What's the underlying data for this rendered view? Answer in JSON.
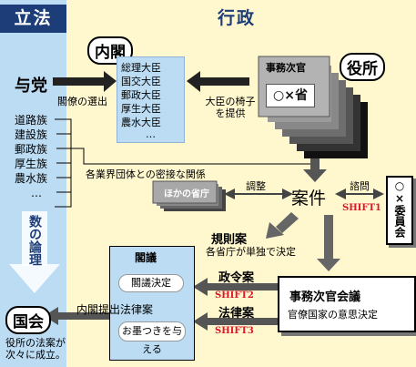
{
  "columns": {
    "legislature": "立法",
    "administration": "行政"
  },
  "cabinet": {
    "label": "内閣",
    "ministers": [
      "総理大臣",
      "国交大臣",
      "郵政大臣",
      "厚生大臣",
      "農水大臣"
    ],
    "ellipsis": "…"
  },
  "ruling_party": {
    "label": "与党",
    "cabinet_selection": "閣僚の選出",
    "zoku": [
      "道路族",
      "建設族",
      "郵政族",
      "厚生族",
      "農水族"
    ],
    "ellipsis": "…"
  },
  "ministries": {
    "label": "役所",
    "vice_ministers": "事務次官",
    "ministry": "○×省",
    "minister_chair": [
      "大臣の椅子",
      "を提供"
    ]
  },
  "industry_relation": "各業界団体との密接な関係",
  "other_ministries": "ほかの省庁",
  "coordination": "調整",
  "bill": "案件",
  "inquiry": "諮問",
  "shift1": "SHIFT1",
  "committee": "○×委員会",
  "regulation": {
    "title": "規則案",
    "note": "各省庁が単独で決定"
  },
  "kakugi": {
    "title": "閣議",
    "decision": "閣議決定",
    "stamp": "お墨つきを与える"
  },
  "cabinet_order": "政令案",
  "shift2": "SHIFT2",
  "law_bill": "法律案",
  "shift3": "SHIFT3",
  "cabinet_bill": "内閣提出法律案",
  "vice_conference": {
    "title": "事務次官会議",
    "note": "官僚国家の意思決定"
  },
  "math_logic": "数の論理",
  "diet": {
    "label": "国会",
    "note": [
      "役所の法案が",
      "次々に成立。"
    ]
  }
}
